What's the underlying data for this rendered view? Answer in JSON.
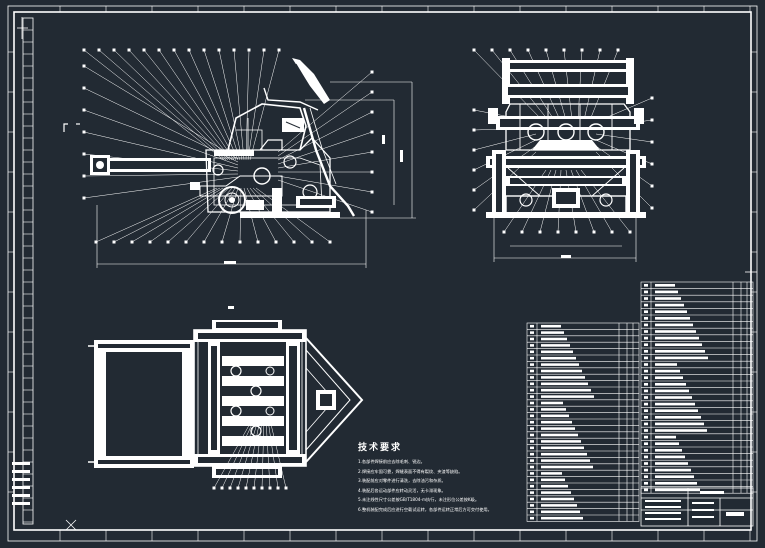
{
  "drawing": {
    "tech_requirements": {
      "title": "技术要求",
      "items": [
        "1.各部件焊接前应去除毛刺、锐边。",
        "2.焊接应牢固可靠，焊缝表面不得有裂纹、夹渣等缺陷。",
        "3.装配前应对零件进行清洗，去除油污和杂质。",
        "4.装配后各运动部件应转动灵活，无卡滞现象。",
        "5.未注线性尺寸公差按GB/T1804-m执行，未注形位公差按K级。",
        "6.整机装配完成后应进行空载试运转，各部件运转正常后方可交付使用。"
      ]
    },
    "colors": {
      "background": "#222a33",
      "lines": "#ffffff"
    }
  }
}
